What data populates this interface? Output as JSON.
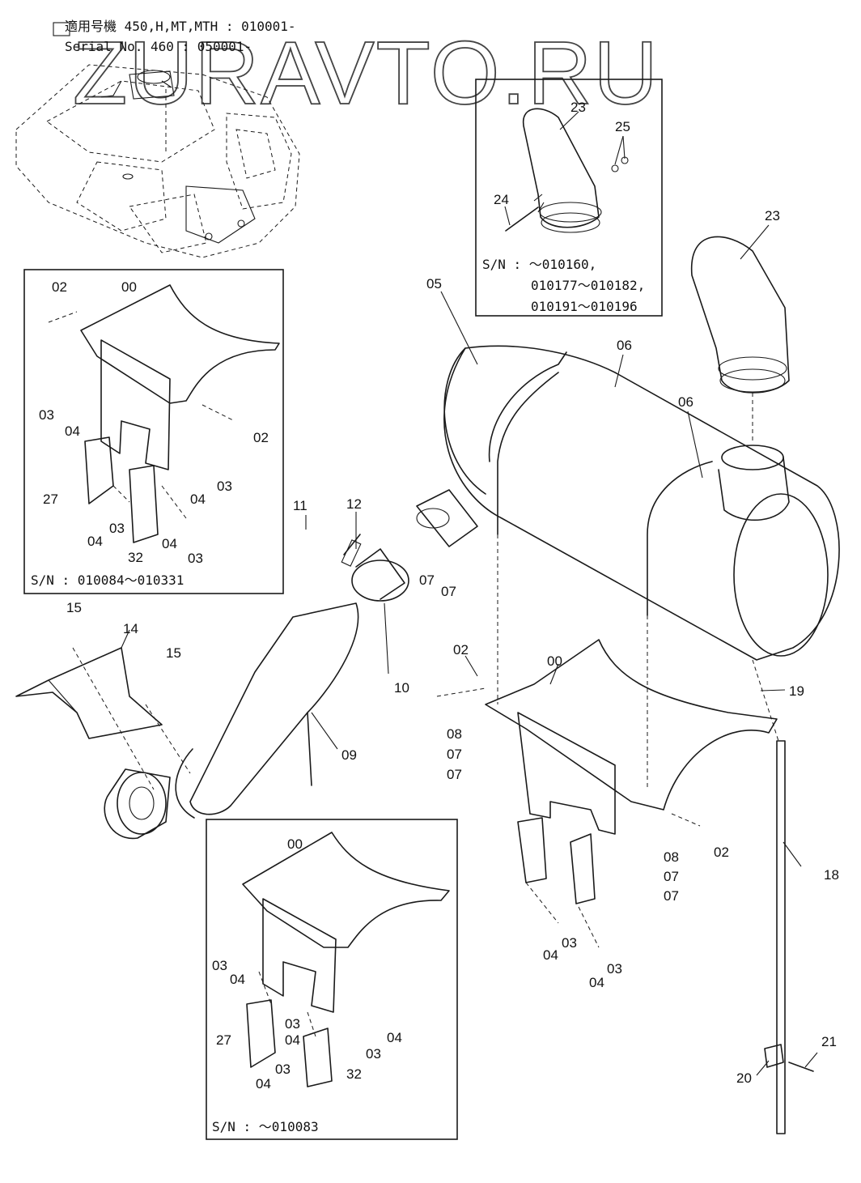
{
  "header": {
    "line1": "適用号機  450,H,MT,MTH : 010001-",
    "line2": "Serial No.  460 : 050001-"
  },
  "watermark": "ZURAVTO.RU",
  "boxes": {
    "top_right_sn": [
      "S/N : ～010160,",
      "010177～010182,",
      "010191～010196"
    ],
    "left_upper_sn": "S/N : 010084～010331",
    "bottom_sn": "S/N : ～010083"
  },
  "labels": [
    {
      "id": "l23a",
      "text": "23"
    },
    {
      "id": "l25",
      "text": "25"
    },
    {
      "id": "l24",
      "text": "24"
    },
    {
      "id": "l23b",
      "text": "23"
    },
    {
      "id": "l05",
      "text": "05"
    },
    {
      "id": "l06a",
      "text": "06"
    },
    {
      "id": "l06b",
      "text": "06"
    },
    {
      "id": "l02a",
      "text": "02"
    },
    {
      "id": "l00a",
      "text": "00"
    },
    {
      "id": "l03a",
      "text": "03"
    },
    {
      "id": "l04a",
      "text": "04"
    },
    {
      "id": "l02b",
      "text": "02"
    },
    {
      "id": "l03b",
      "text": "03"
    },
    {
      "id": "l27a",
      "text": "27"
    },
    {
      "id": "l04b",
      "text": "04"
    },
    {
      "id": "l03c",
      "text": "03"
    },
    {
      "id": "l04c",
      "text": "04"
    },
    {
      "id": "l32a",
      "text": "32"
    },
    {
      "id": "l04d",
      "text": "04"
    },
    {
      "id": "l03d",
      "text": "03"
    },
    {
      "id": "l11",
      "text": "11"
    },
    {
      "id": "l12",
      "text": "12"
    },
    {
      "id": "l07a",
      "text": "07"
    },
    {
      "id": "l07b",
      "text": "07"
    },
    {
      "id": "l10",
      "text": "10"
    },
    {
      "id": "l15a",
      "text": "15"
    },
    {
      "id": "l14",
      "text": "14"
    },
    {
      "id": "l15b",
      "text": "15"
    },
    {
      "id": "l09",
      "text": "09"
    },
    {
      "id": "l02c",
      "text": "02"
    },
    {
      "id": "l00b",
      "text": "00"
    },
    {
      "id": "l19",
      "text": "19"
    },
    {
      "id": "l08a",
      "text": "08"
    },
    {
      "id": "l07c",
      "text": "07"
    },
    {
      "id": "l07d",
      "text": "07"
    },
    {
      "id": "l02d",
      "text": "02"
    },
    {
      "id": "l08b",
      "text": "08"
    },
    {
      "id": "l07e",
      "text": "07"
    },
    {
      "id": "l07f",
      "text": "07"
    },
    {
      "id": "l18",
      "text": "18"
    },
    {
      "id": "l04e",
      "text": "04"
    },
    {
      "id": "l03e",
      "text": "03"
    },
    {
      "id": "l04f",
      "text": "04"
    },
    {
      "id": "l03f",
      "text": "03"
    },
    {
      "id": "l00c",
      "text": "00"
    },
    {
      "id": "l03g",
      "text": "03"
    },
    {
      "id": "l04g",
      "text": "04"
    },
    {
      "id": "l03h",
      "text": "03"
    },
    {
      "id": "l27b",
      "text": "27"
    },
    {
      "id": "l04h",
      "text": "04"
    },
    {
      "id": "l03i",
      "text": "03"
    },
    {
      "id": "l04i",
      "text": "04"
    },
    {
      "id": "l03j",
      "text": "03"
    },
    {
      "id": "l04j",
      "text": "04"
    },
    {
      "id": "l32b",
      "text": "32"
    },
    {
      "id": "l21",
      "text": "21"
    },
    {
      "id": "l20",
      "text": "20"
    }
  ]
}
